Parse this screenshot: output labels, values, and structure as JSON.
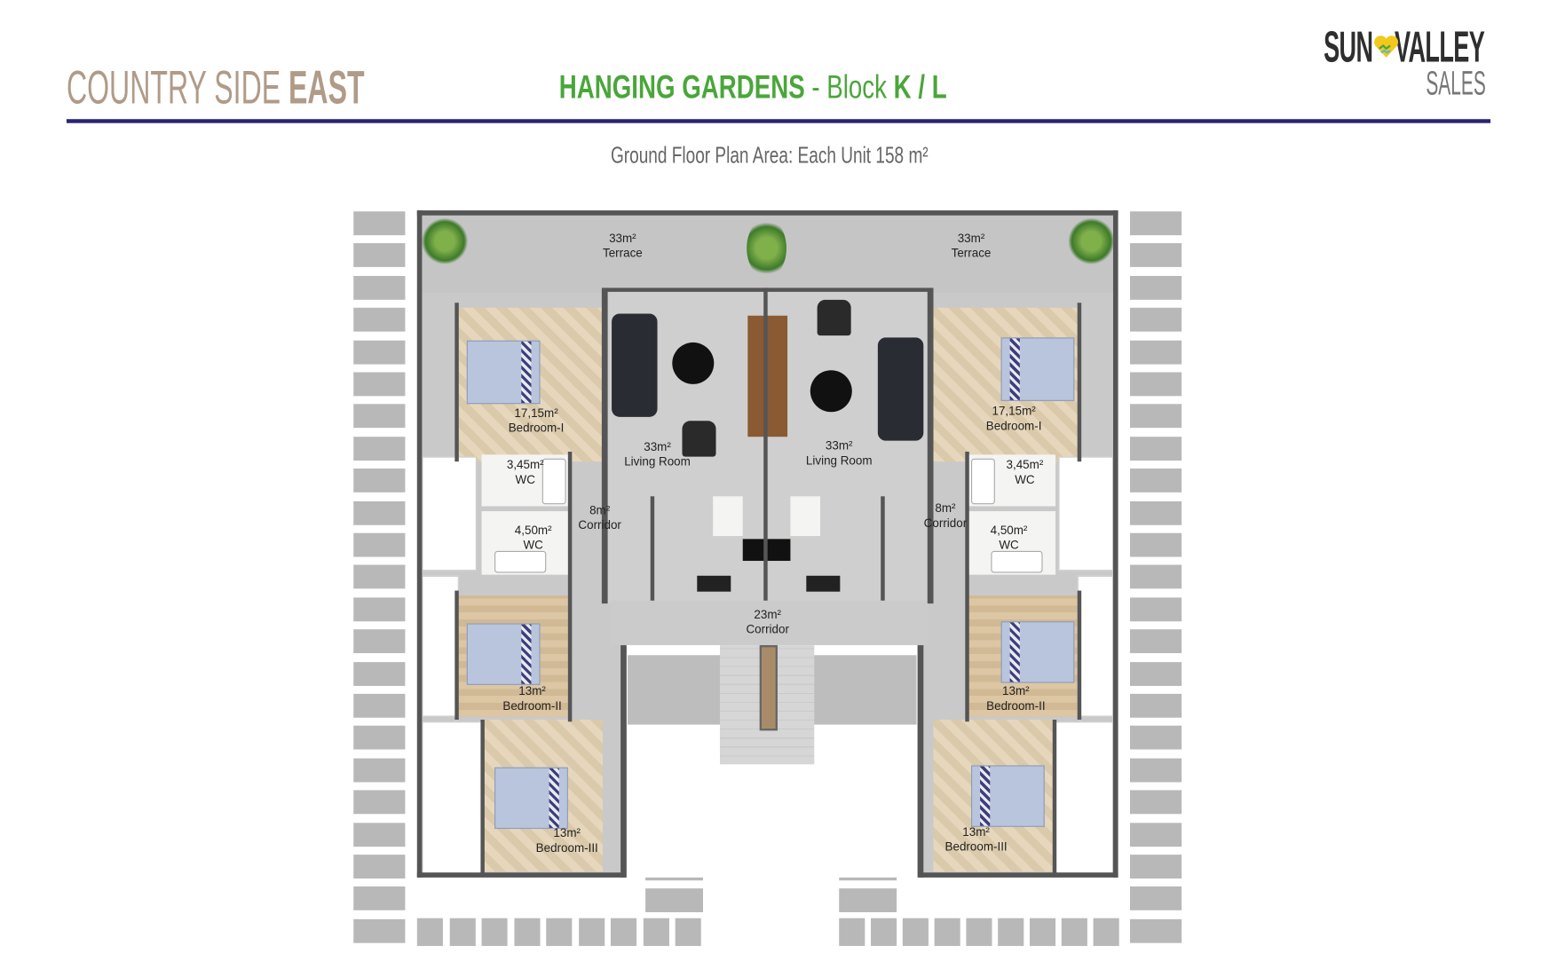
{
  "header": {
    "title_light": "COUNTRY SIDE ",
    "title_bold": "EAST",
    "project": "HANGING GARDENS",
    "separator": " - ",
    "block_label": "Block ",
    "block_value": "K / L",
    "subtitle": "Ground Floor Plan Area: Each Unit 158 m²"
  },
  "logo": {
    "line1_a": "SUN",
    "line1_b": "VALLEY",
    "line2": "SALES"
  },
  "colors": {
    "title": "#b09b88",
    "project": "#4aa63a",
    "rule": "#2b2472"
  },
  "rooms": {
    "terrace_left": {
      "area": "33m²",
      "name": "Terrace"
    },
    "terrace_right": {
      "area": "33m²",
      "name": "Terrace"
    },
    "bedroom1_left": {
      "area": "17,15m²",
      "name": "Bedroom-I"
    },
    "bedroom1_right": {
      "area": "17,15m²",
      "name": "Bedroom-I"
    },
    "wc1_left": {
      "area": "3,45m²",
      "name": "WC"
    },
    "wc1_right": {
      "area": "3,45m²",
      "name": "WC"
    },
    "wc2_left": {
      "area": "4,50m²",
      "name": "WC"
    },
    "wc2_right": {
      "area": "4,50m²",
      "name": "WC"
    },
    "corridor_left": {
      "area": "8m²",
      "name": "Corridor"
    },
    "corridor_right": {
      "area": "8m²",
      "name": "Corridor"
    },
    "living_left": {
      "area": "33m²",
      "name": "Living Room"
    },
    "living_right": {
      "area": "33m²",
      "name": "Living Room"
    },
    "corridor_center": {
      "area": "23m²",
      "name": "Corridor"
    },
    "bedroom2_left": {
      "area": "13m²",
      "name": "Bedroom-II"
    },
    "bedroom2_right": {
      "area": "13m²",
      "name": "Bedroom-II"
    },
    "bedroom3_left": {
      "area": "13m²",
      "name": "Bedroom-III"
    },
    "bedroom3_right": {
      "area": "13m²",
      "name": "Bedroom-III"
    }
  }
}
